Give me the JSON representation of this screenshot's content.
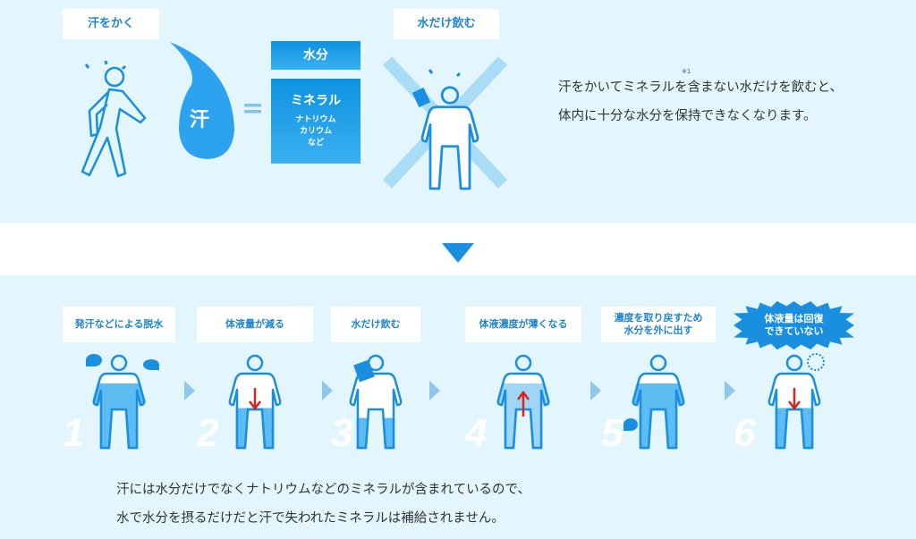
{
  "top": {
    "label_sweat": "汗をかく",
    "drop_label": "汗",
    "equals": "=",
    "water_box": "水分",
    "mineral_title": "ミネラル",
    "mineral_items": [
      "ナトリウム",
      "カリウム",
      "など"
    ],
    "label_water_only": "水だけ飲む",
    "footnote_mark": "※1",
    "text_line1": "汗をかいてミネラルを含まない水だけを飲むと、",
    "text_line2": "体内に十分な水分を保持できなくなります。"
  },
  "steps": [
    {
      "number": "1",
      "label": "発汗などによる脱水"
    },
    {
      "number": "2",
      "label": "体液量が減る"
    },
    {
      "number": "3",
      "label": "水だけ飲む"
    },
    {
      "number": "4",
      "label": "体液濃度が薄くなる"
    },
    {
      "number": "5",
      "label": "濃度を取り戻すため\n水分を外に出す"
    },
    {
      "number": "6",
      "label": "体液量は回復\nできていない"
    }
  ],
  "bottom": {
    "text_line1": "汗には水分だけでなくナトリウムなどのミネラルが含まれているので、",
    "text_line2": "水で水分を摂るだけだと汗で失われたミネラルは補給されません。"
  },
  "colors": {
    "accent": "#1a8fe0",
    "background": "#e3f5fd",
    "arrow": "#d9261c"
  }
}
